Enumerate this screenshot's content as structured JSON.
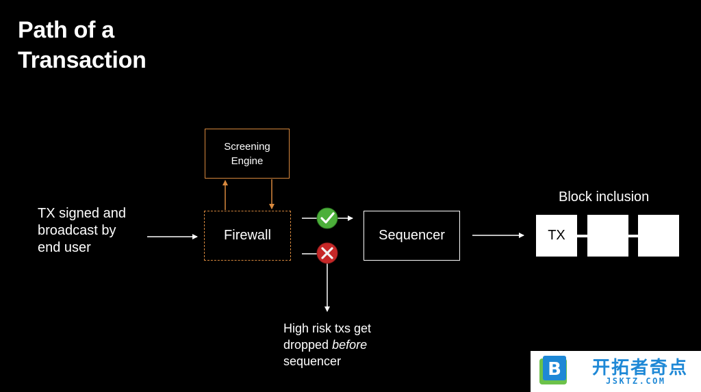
{
  "title": {
    "line1": "Path of a",
    "line2": "Transaction"
  },
  "source": {
    "line1": "TX signed and",
    "line2": "broadcast by",
    "line3": "end user"
  },
  "nodes": {
    "screening_line1": "Screening",
    "screening_line2": "Engine",
    "firewall": "Firewall",
    "sequencer": "Sequencer"
  },
  "block_inclusion": {
    "label": "Block inclusion",
    "blocks": [
      "TX",
      "",
      ""
    ]
  },
  "dropped": {
    "line1": "High risk txs get",
    "line2_pre": "dropped ",
    "line2_em": "before",
    "line3": "sequencer"
  },
  "status_icons": {
    "pass": "check-icon",
    "fail": "cross-icon"
  },
  "colors": {
    "background": "#000000",
    "accent": "#d9893e",
    "pass": "#4caf3a",
    "fail": "#c62828",
    "logo_blue": "#1e88d6",
    "logo_green": "#6cc24a"
  },
  "watermark": {
    "name": "开拓者奇点",
    "domain": "JSKTZ.COM"
  }
}
